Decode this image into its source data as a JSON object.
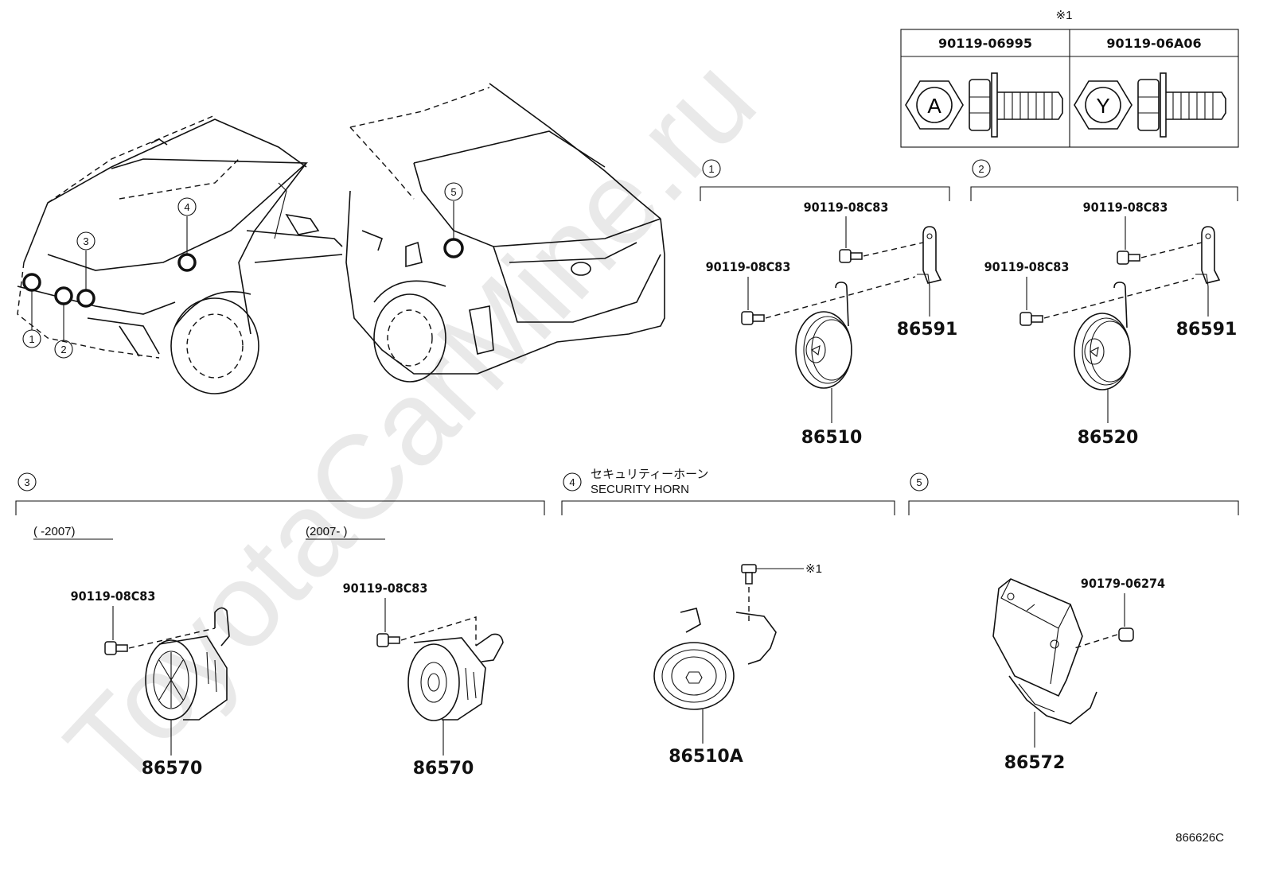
{
  "watermark": "ToyotaCarMine.ru",
  "figure_id": "866626C",
  "bolt_table": {
    "note_mark": "※1",
    "columns": [
      {
        "part_number": "90119-06995",
        "head_mark": "A"
      },
      {
        "part_number": "90119-06A06",
        "head_mark": "Y"
      }
    ]
  },
  "vehicle_callouts": [
    "1",
    "2",
    "3",
    "4",
    "5"
  ],
  "groups": {
    "g1": {
      "number": "1",
      "bolt_upper": "90119-08C83",
      "bolt_lower": "90119-08C83",
      "bracket": "86591",
      "horn": "86510"
    },
    "g2": {
      "number": "2",
      "bolt_upper": "90119-08C83",
      "bolt_lower": "90119-08C83",
      "bracket": "86591",
      "horn": "86520"
    },
    "g3": {
      "number": "3",
      "left_range": "(      -2007)",
      "right_range": "(2007-      )",
      "left_bolt": "90119-08C83",
      "left_part": "86570",
      "right_bolt": "90119-08C83",
      "right_part": "86570"
    },
    "g4": {
      "number": "4",
      "title_jp": "セキュリティーホーン",
      "title_en": "SECURITY HORN",
      "bolt_ref": "※1",
      "horn": "86510A"
    },
    "g5": {
      "number": "5",
      "nut": "90179-06274",
      "part": "86572"
    }
  },
  "icons": [
    "front-car-icon",
    "rear-car-icon",
    "horn-icon",
    "bracket-icon",
    "bolt-icon",
    "buzzer-icon",
    "module-icon",
    "hex-bolt-icon"
  ]
}
